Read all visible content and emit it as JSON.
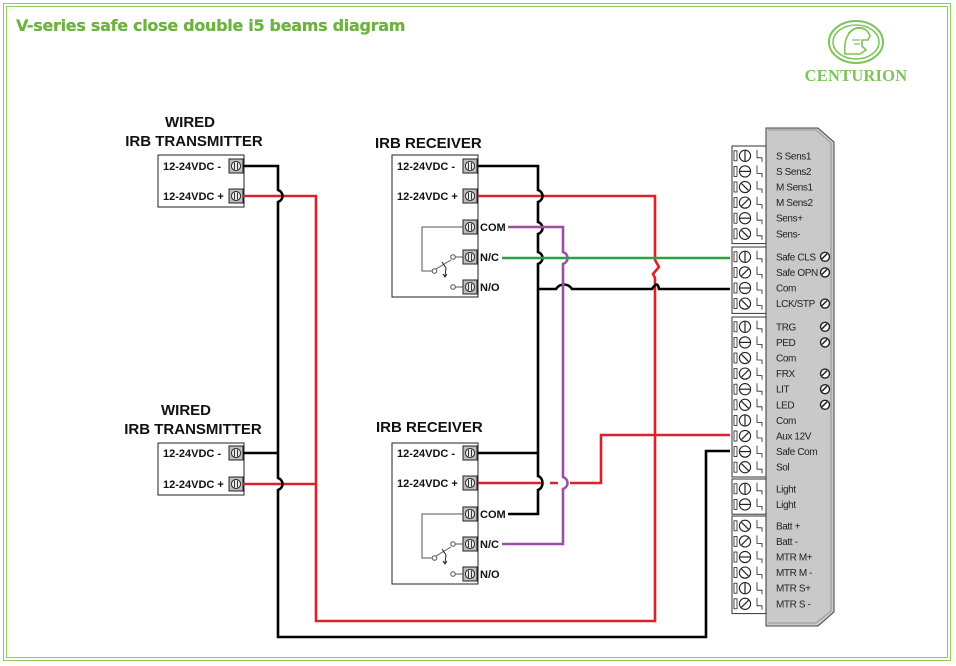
{
  "title": "V-series safe close double i5 beams diagram",
  "brand": {
    "name": "CENTURION",
    "color": "#7dc45a",
    "logo_icon": "centurion-helmet-icon"
  },
  "colors": {
    "frame": "#8cc85a",
    "title": "#6db33f",
    "wire_negative": "#000000",
    "wire_positive": "#d9222a",
    "wire_com": "#9b4fa6",
    "wire_nc": "#2ea043",
    "controller_body": "#c9c9c9"
  },
  "transmitters": [
    {
      "title_line1": "WIRED",
      "title_line2": "IRB TRANSMITTER",
      "terminals": [
        "12-24VDC -",
        "12-24VDC +"
      ]
    },
    {
      "title_line1": "WIRED",
      "title_line2": "IRB TRANSMITTER",
      "terminals": [
        "12-24VDC -",
        "12-24VDC +"
      ]
    }
  ],
  "receivers": [
    {
      "title": "IRB RECEIVER",
      "power_terminals": [
        "12-24VDC -",
        "12-24VDC +"
      ],
      "relay_terminals": [
        "COM",
        "N/C",
        "N/O"
      ]
    },
    {
      "title": "IRB RECEIVER",
      "power_terminals": [
        "12-24VDC -",
        "12-24VDC +"
      ],
      "relay_terminals": [
        "COM",
        "N/C",
        "N/O"
      ]
    }
  ],
  "controller": {
    "groups": [
      {
        "terminals": [
          {
            "label": "S Sens1",
            "led": false
          },
          {
            "label": "S Sens2",
            "led": false
          },
          {
            "label": "M Sens1",
            "led": false
          },
          {
            "label": "M Sens2",
            "led": false
          },
          {
            "label": "Sens+",
            "led": false
          },
          {
            "label": "Sens-",
            "led": false
          }
        ]
      },
      {
        "terminals": [
          {
            "label": "Safe CLS",
            "led": true
          },
          {
            "label": "Safe OPN",
            "led": true
          },
          {
            "label": "Com",
            "led": false
          },
          {
            "label": "LCK/STP",
            "led": true
          }
        ]
      },
      {
        "terminals": [
          {
            "label": "TRG",
            "led": true
          },
          {
            "label": "PED",
            "led": true
          },
          {
            "label": "Com",
            "led": false
          },
          {
            "label": "FRX",
            "led": true
          },
          {
            "label": "LIT",
            "led": true
          },
          {
            "label": "LED",
            "led": true
          },
          {
            "label": "Com",
            "led": false
          },
          {
            "label": "Aux 12V",
            "led": false
          },
          {
            "label": "Safe Com",
            "led": false
          },
          {
            "label": "Sol",
            "led": false
          }
        ]
      },
      {
        "terminals": [
          {
            "label": "Light",
            "led": false
          },
          {
            "label": "Light",
            "led": false
          }
        ]
      },
      {
        "terminals": [
          {
            "label": "Batt +",
            "led": false
          },
          {
            "label": "Batt -",
            "led": false
          },
          {
            "label": "MTR M+",
            "led": false
          },
          {
            "label": "MTR M -",
            "led": false
          },
          {
            "label": "MTR S+",
            "led": false
          },
          {
            "label": "MTR S -",
            "led": false
          }
        ]
      }
    ]
  },
  "connections": [
    {
      "from": "Receiver 1 N/C",
      "to": "Safe CLS",
      "wire": "green"
    },
    {
      "from": "Receiver 1 COM",
      "to": "Receiver 2 N/C",
      "wire": "purple"
    },
    {
      "from": "Receiver 2 COM",
      "to": "Com",
      "wire": "black"
    },
    {
      "from": "All 12-24VDC +",
      "to": "Aux 12V",
      "wire": "red"
    },
    {
      "from": "All 12-24VDC -",
      "to": "Safe Com",
      "wire": "black"
    }
  ]
}
